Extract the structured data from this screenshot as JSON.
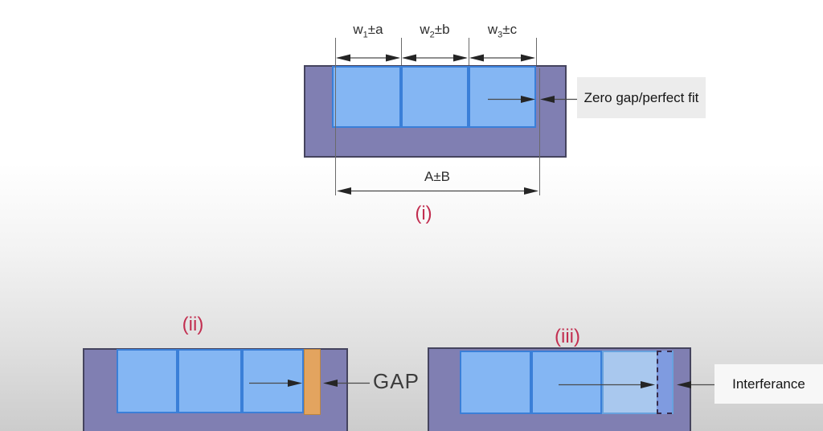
{
  "figure": {
    "description_visible_text_only": "",
    "diagram_i": {
      "label": "(i)",
      "width_dims": [
        {
          "base": "w",
          "sub": "1",
          "tol": "±a"
        },
        {
          "base": "w",
          "sub": "2",
          "tol": "±b"
        },
        {
          "base": "w",
          "sub": "3",
          "tol": "±c"
        }
      ],
      "overall_dim": "A±B",
      "callout": "Zero gap/perfect fit"
    },
    "diagram_ii": {
      "label": "(ii)",
      "callout": "GAP"
    },
    "diagram_iii": {
      "label": "(iii)",
      "callout": "Interferance"
    }
  },
  "colors": {
    "tray_purple": "#807fb2",
    "block_blue": "#84b6f3",
    "block_blue_light": "#a9c8ee",
    "gap_orange": "#e3a45f",
    "roman_label_red": "#c22e50",
    "callout_box_gray": "#ececec",
    "callout_box_white": "#f7f7f7",
    "line_gray": "#4a4a4a"
  }
}
